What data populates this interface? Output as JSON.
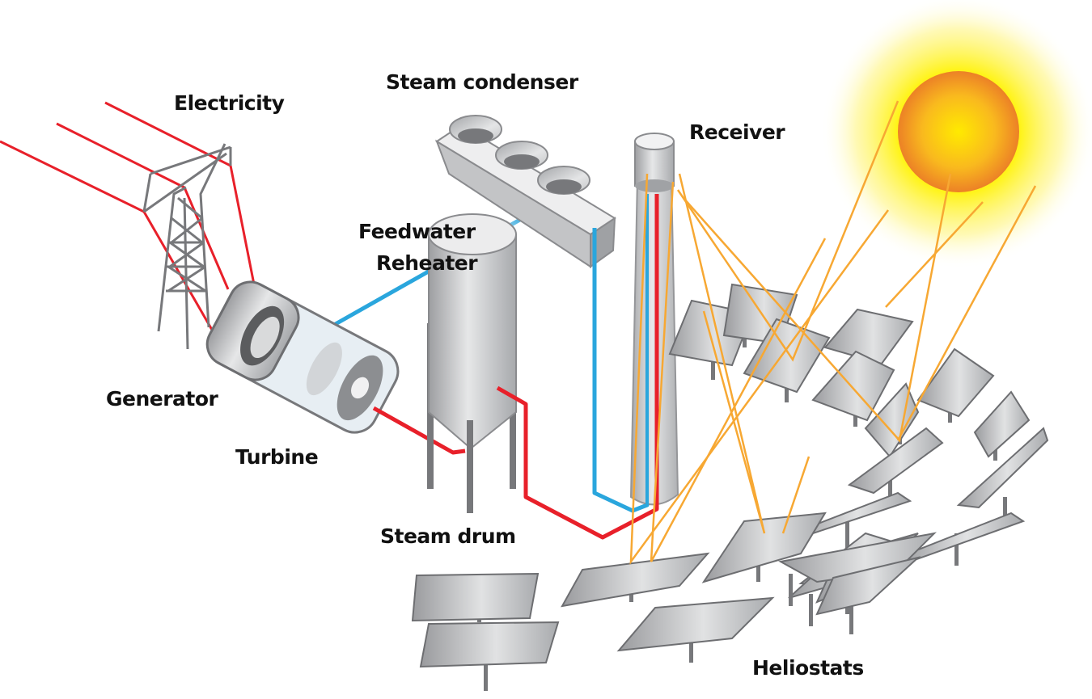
{
  "diagram": {
    "type": "solar power tower plant schematic",
    "labels": {
      "electricity": "Electricity",
      "steam_condenser": "Steam condenser",
      "receiver": "Receiver",
      "feedwater_reheater_line1": "Feedwater",
      "feedwater_reheater_line2": "Reheater",
      "generator": "Generator",
      "turbine": "Turbine",
      "steam_drum": "Steam drum",
      "heliostats": "Heliostats"
    },
    "components": [
      "sun",
      "transmission-tower",
      "power-lines",
      "generator",
      "turbine",
      "feedwater-pipe",
      "steam-condenser",
      "steam-drum",
      "receiver-tower",
      "steam-pipe",
      "heliostat-field",
      "sunlight-rays"
    ],
    "colors": {
      "steam_pipe": "#e8202a",
      "water_pipe": "#2aa6dd",
      "sun_rays": "#f7a833",
      "sun_core": "#ffe600",
      "sun_rim": "#ef8a25",
      "equipment_gray": "#b7b8ba",
      "outline_gray": "#6d6e71",
      "text": "#111111"
    }
  }
}
